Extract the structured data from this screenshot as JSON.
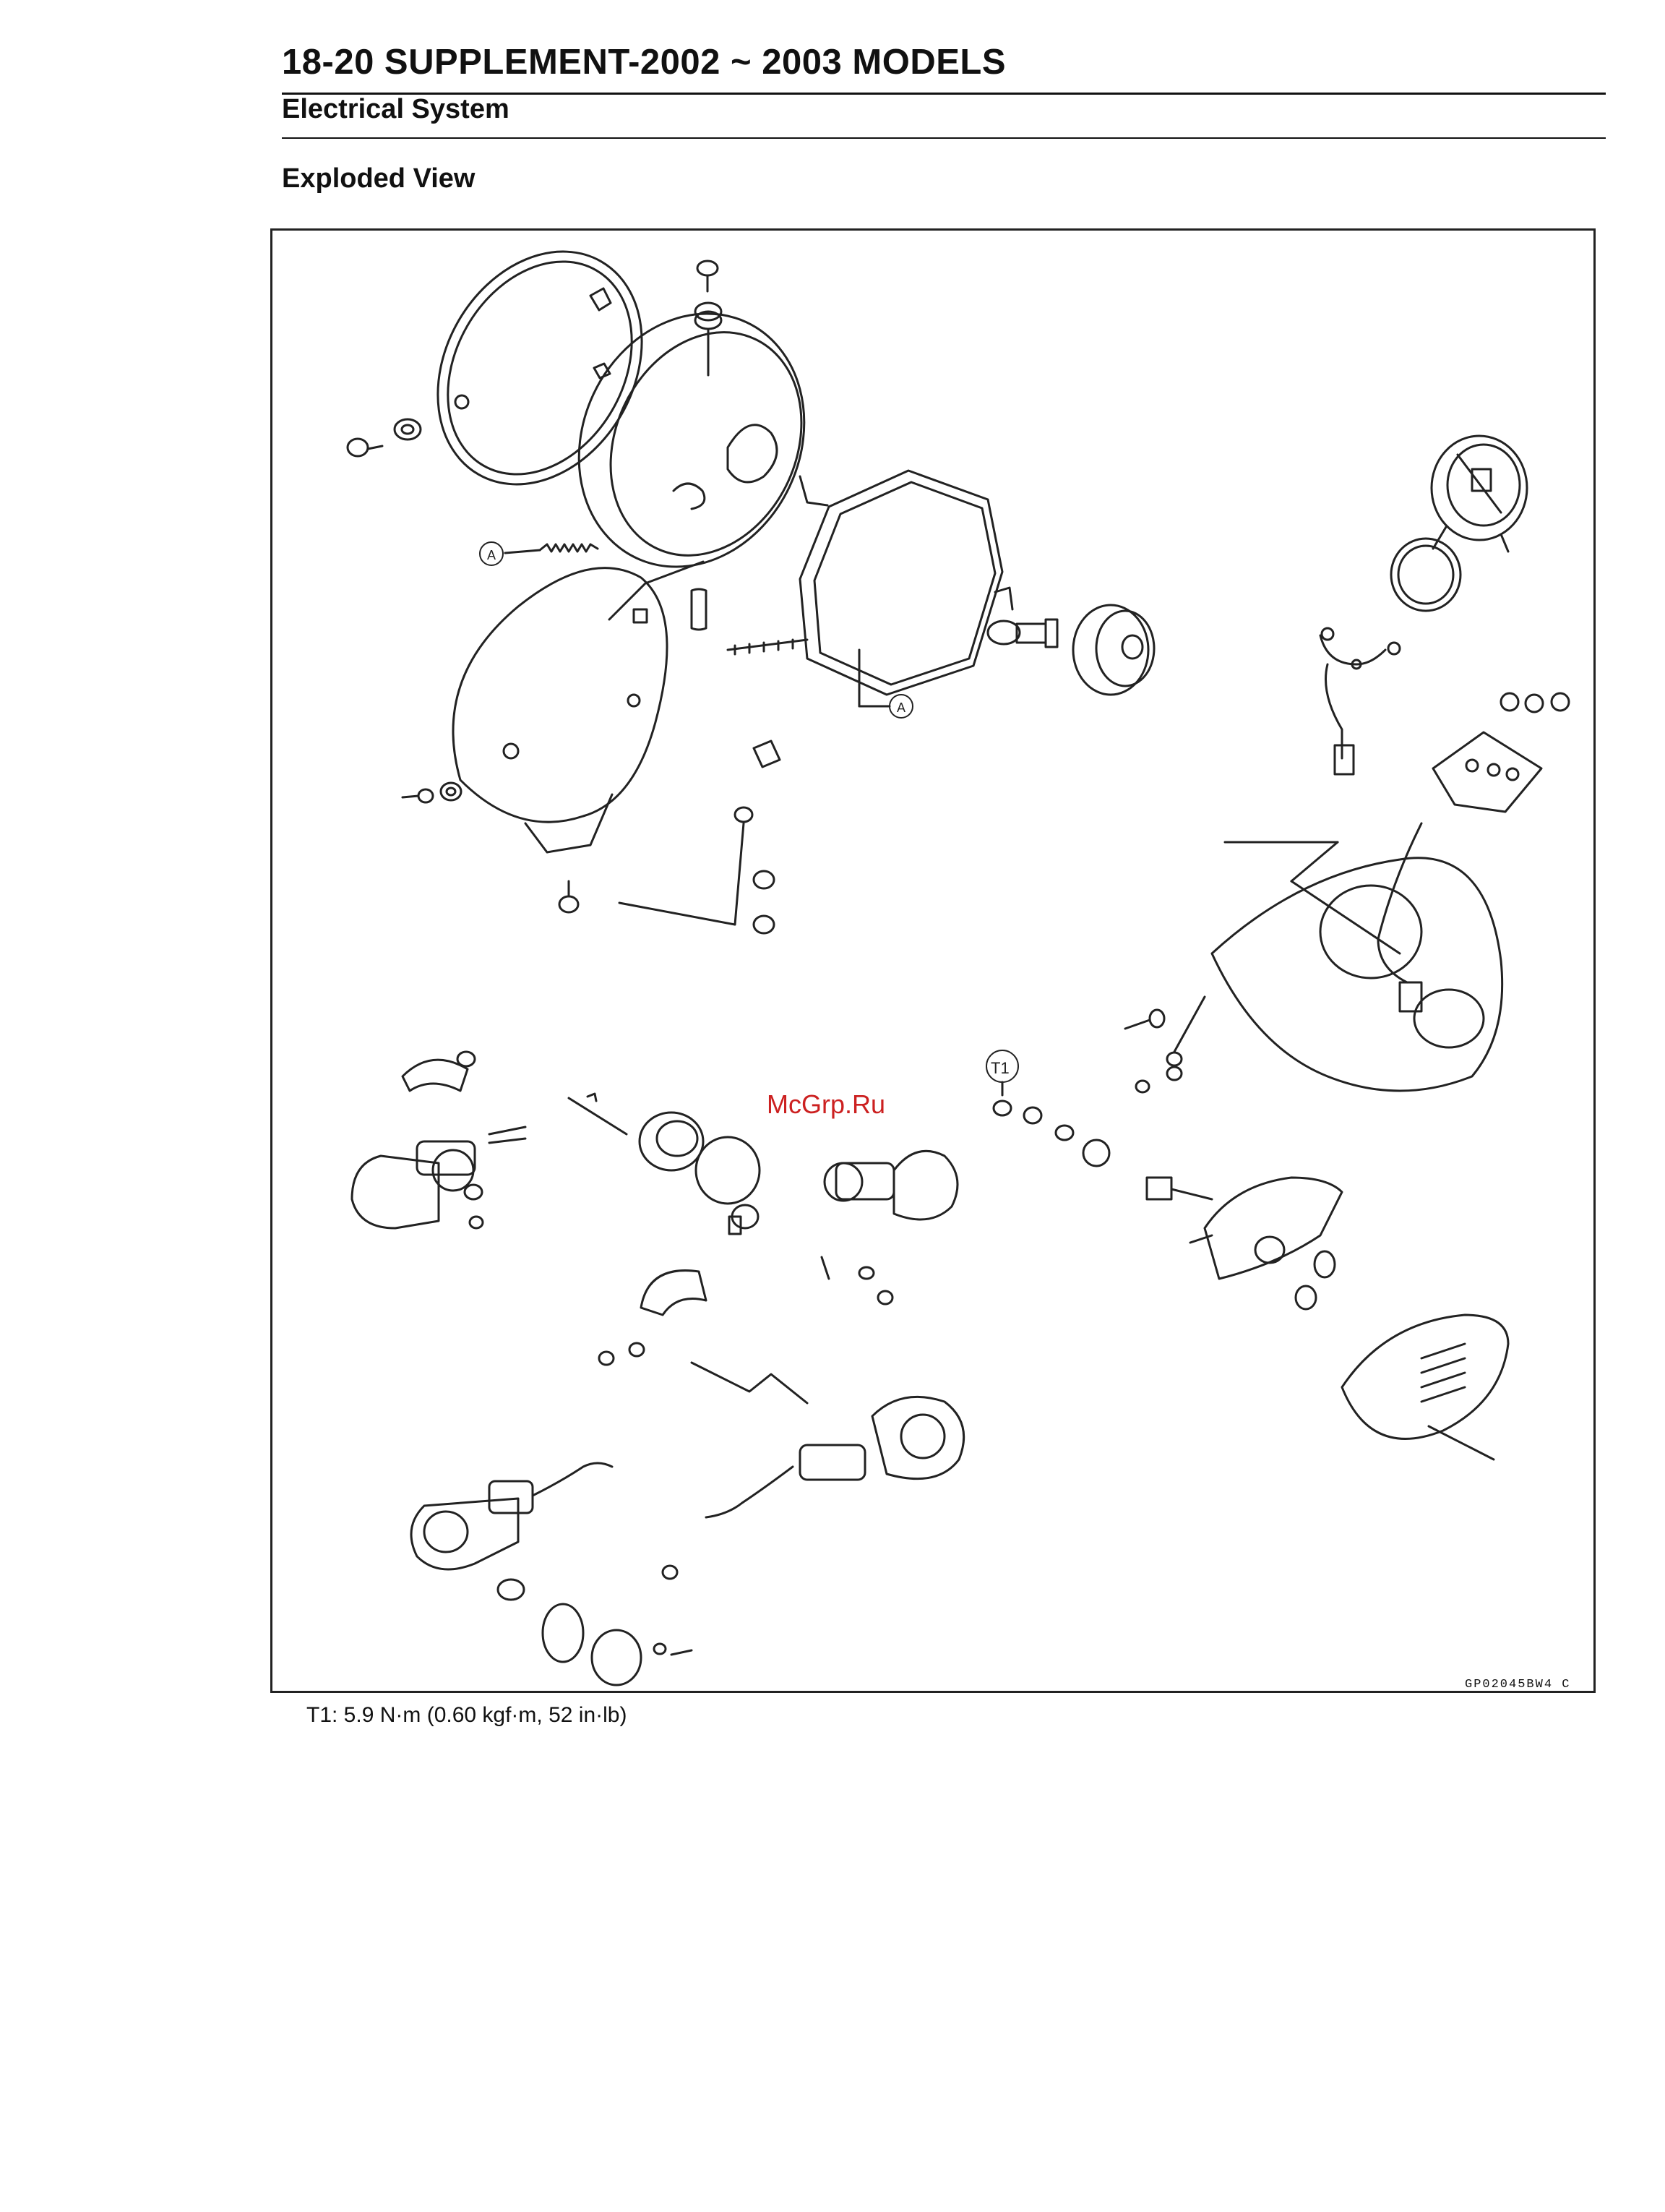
{
  "header": {
    "page_title": "18-20 SUPPLEMENT-2002 ~ 2003 MODELS",
    "section": "Electrical System"
  },
  "figure": {
    "heading": "Exploded View",
    "callouts": {
      "a_upper": "A",
      "a_lower": "A",
      "t1": "T1"
    },
    "code": "GP02045BW4 C"
  },
  "watermark": "McGrp.Ru",
  "torque_note": "T1: 5.9 N·m (0.60 kgf·m, 52 in·lb)",
  "colors": {
    "ink": "#222222",
    "watermark": "#cc2020"
  }
}
